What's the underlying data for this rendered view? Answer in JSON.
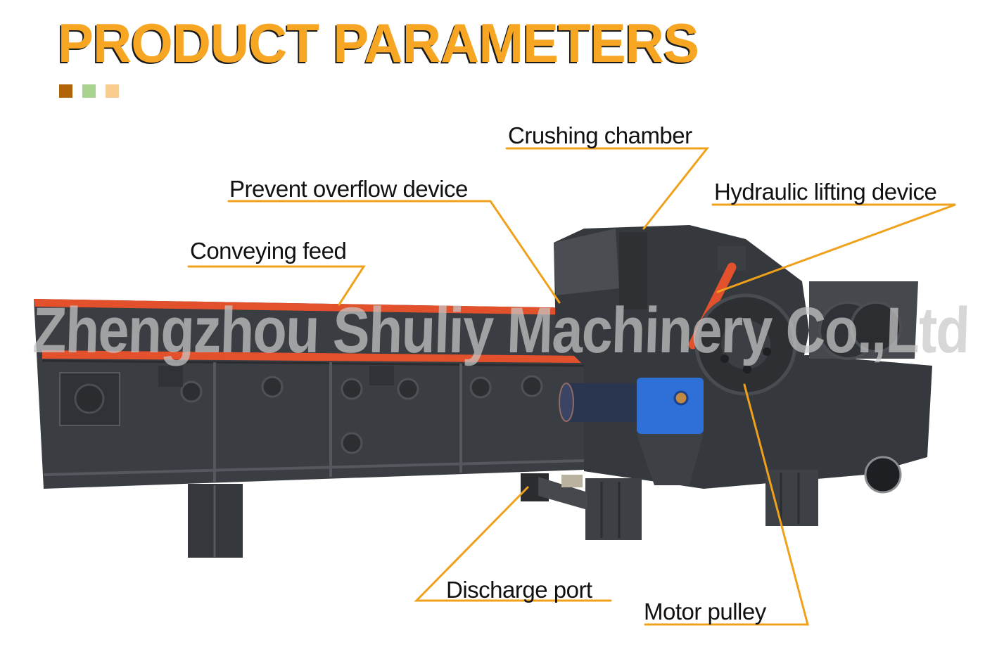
{
  "header": {
    "title": "PRODUCT PARAMETERS",
    "title_color": "#f6a623",
    "swatches": [
      "#b0650a",
      "#a8d38f",
      "#f8cc8e"
    ]
  },
  "watermark": "Zhengzhou Shuliy Machinery Co.,Ltd",
  "callouts": [
    {
      "id": "crushing-chamber",
      "label": "Crushing chamber"
    },
    {
      "id": "prevent-overflow-device",
      "label": "Prevent overflow device"
    },
    {
      "id": "hydraulic-lifting-device",
      "label": "Hydraulic lifting device"
    },
    {
      "id": "conveying-feed",
      "label": "Conveying feed"
    },
    {
      "id": "discharge-port",
      "label": "Discharge port"
    },
    {
      "id": "motor-pulley",
      "label": "Motor pulley"
    }
  ],
  "colors": {
    "leader_line": "#f0a11c",
    "machine_body": "#3a3d42",
    "machine_accent": "#e2512c",
    "gear_motor": "#2f6fd8"
  }
}
